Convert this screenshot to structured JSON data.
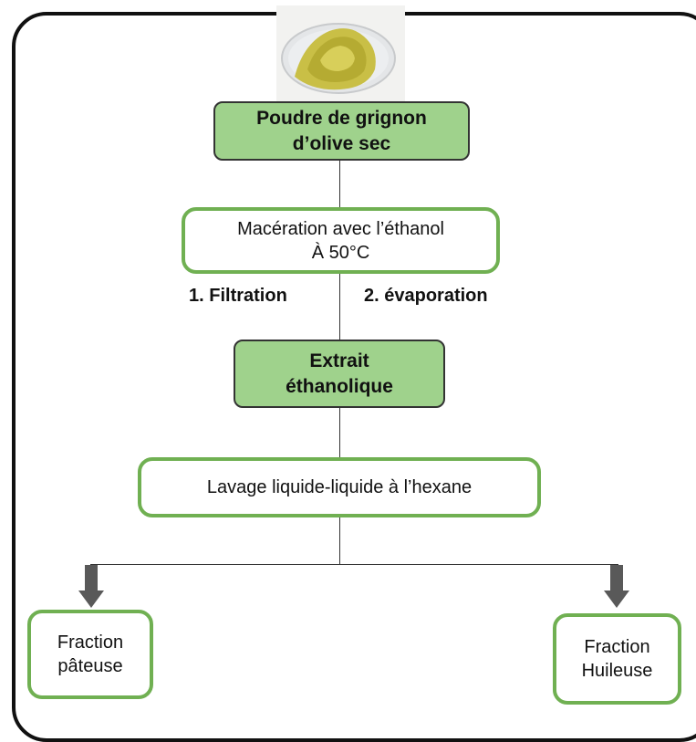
{
  "nodes": {
    "powder": {
      "line1": "Poudre de grignon",
      "line2": "d’olive sec"
    },
    "maceration": {
      "line1": "Macération avec l’éthanol",
      "line2": "À 50°C"
    },
    "extract": {
      "line1": "Extrait",
      "line2": "éthanolique"
    },
    "washing": {
      "line1": "Lavage liquide-liquide à l’hexane"
    },
    "paste": {
      "line1": "Fraction",
      "line2": "pâteuse"
    },
    "oil": {
      "line1": "Fraction",
      "line2": "Huileuse"
    }
  },
  "steps": {
    "filtration": "1. Filtration",
    "evaporation": "2. évaporation"
  },
  "colors": {
    "dark_fill": "#9fd28c",
    "light_border": "#70b052",
    "arrow": "#595959"
  },
  "image": {
    "icon": "olive-pomace-powder-photo"
  }
}
